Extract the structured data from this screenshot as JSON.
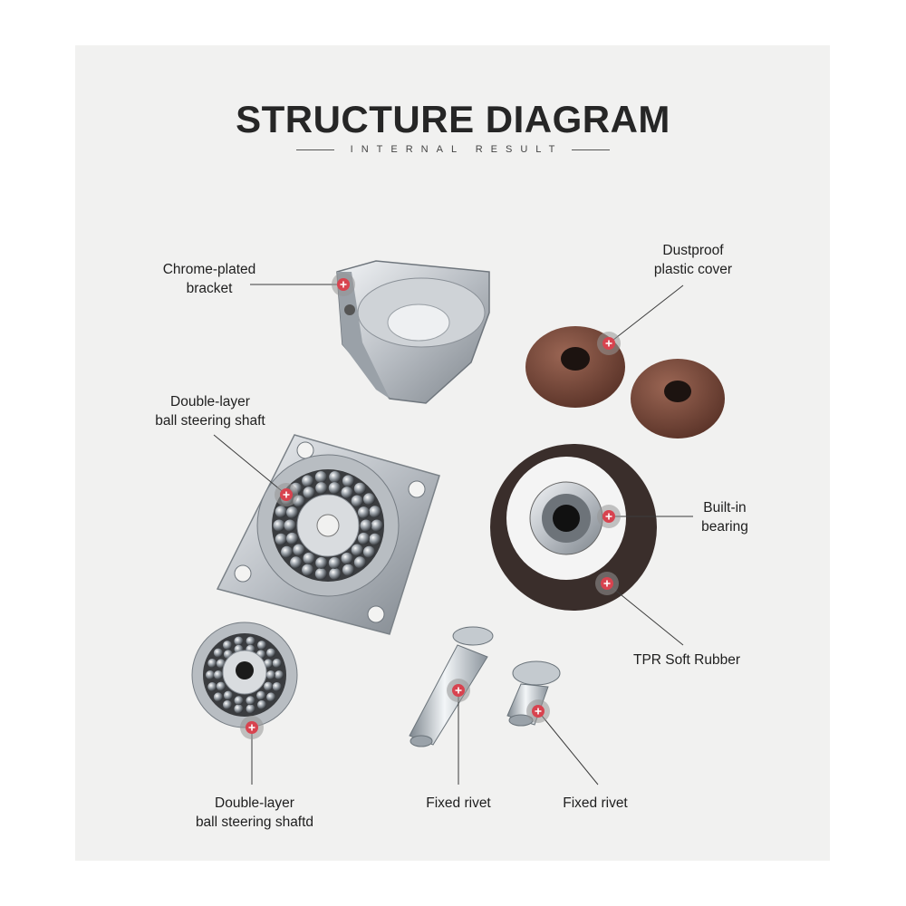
{
  "header": {
    "title": "STRUCTURE DIAGRAM",
    "subtitle": "INTERNAL RESULT"
  },
  "callouts": [
    {
      "id": "chrome-plated-bracket",
      "lines": [
        "Chrome-plated",
        "bracket"
      ]
    },
    {
      "id": "dustproof-plastic-cover",
      "lines": [
        "Dustproof",
        "plastic cover"
      ]
    },
    {
      "id": "double-layer-ball-steering-shaft",
      "lines": [
        "Double-layer",
        "ball steering shaft"
      ]
    },
    {
      "id": "built-in-bearing",
      "lines": [
        "Built-in",
        "bearing"
      ]
    },
    {
      "id": "tpr-soft-rubber",
      "lines": [
        "TPR Soft Rubber"
      ]
    },
    {
      "id": "double-layer-ball-steering-shaftd",
      "lines": [
        "Double-layer",
        "ball steering shaftd"
      ]
    },
    {
      "id": "fixed-rivet-1",
      "lines": [
        "Fixed rivet"
      ]
    },
    {
      "id": "fixed-rivet-2",
      "lines": [
        "Fixed rivet"
      ]
    }
  ],
  "colors": {
    "panel_bg": "#f1f1f0",
    "marker_red": "#d8434f",
    "brown_cover": "#7a4a3a",
    "dark_rubber": "#3b2f2c",
    "metal": "#c9cdd2"
  },
  "icons": [
    "plus-marker-icon"
  ]
}
